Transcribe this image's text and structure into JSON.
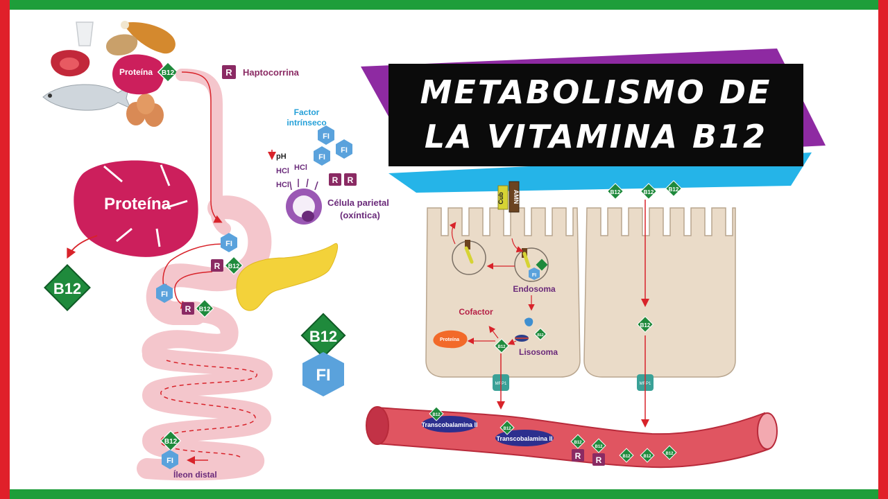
{
  "title": {
    "line1": "METABOLISMO DE",
    "line2": "LA VITAMINA B12"
  },
  "colors": {
    "frame_green": "#1e9e3a",
    "frame_red": "#e0202a",
    "vitamin_green": "#1f8a3c",
    "factor_blue": "#5aa2dc",
    "haptocorrin_purple": "#8a2a63",
    "protein_magenta": "#cc1f5c",
    "label_purple": "#6a2a7a",
    "label_red": "#b51f45",
    "cell_fill": "#eadbc8",
    "vessel_fill": "#e05561",
    "title_bg": "#0b0b0b",
    "accent_purple": "#8e2aa2",
    "accent_cyan": "#25b4e8"
  },
  "labels": {
    "proteina_food": "Proteína",
    "b12_small": "B12",
    "haptocorrina_letter": "R",
    "haptocorrina": "Haptocorrina",
    "proteina_large": "Proteína",
    "b12_large": "B12",
    "factor_intrinseco_1": "Factor",
    "factor_intrinseco_2": "intrínseco",
    "fi": "FI",
    "ph": "pH",
    "hcl": "HCl",
    "celula_parietal": "Célula parietal",
    "oxintica": "(oxíntica)",
    "ileon_distal": "Íleon distal",
    "endosoma": "Endosoma",
    "cofactor": "Cofactor",
    "proteina_cell": "Proteína",
    "lisosoma": "Lisosoma",
    "cub": "Cub",
    "amn": "AMN",
    "mrp1": "MRP1",
    "transcobalamina": "Transcobalamina II"
  }
}
